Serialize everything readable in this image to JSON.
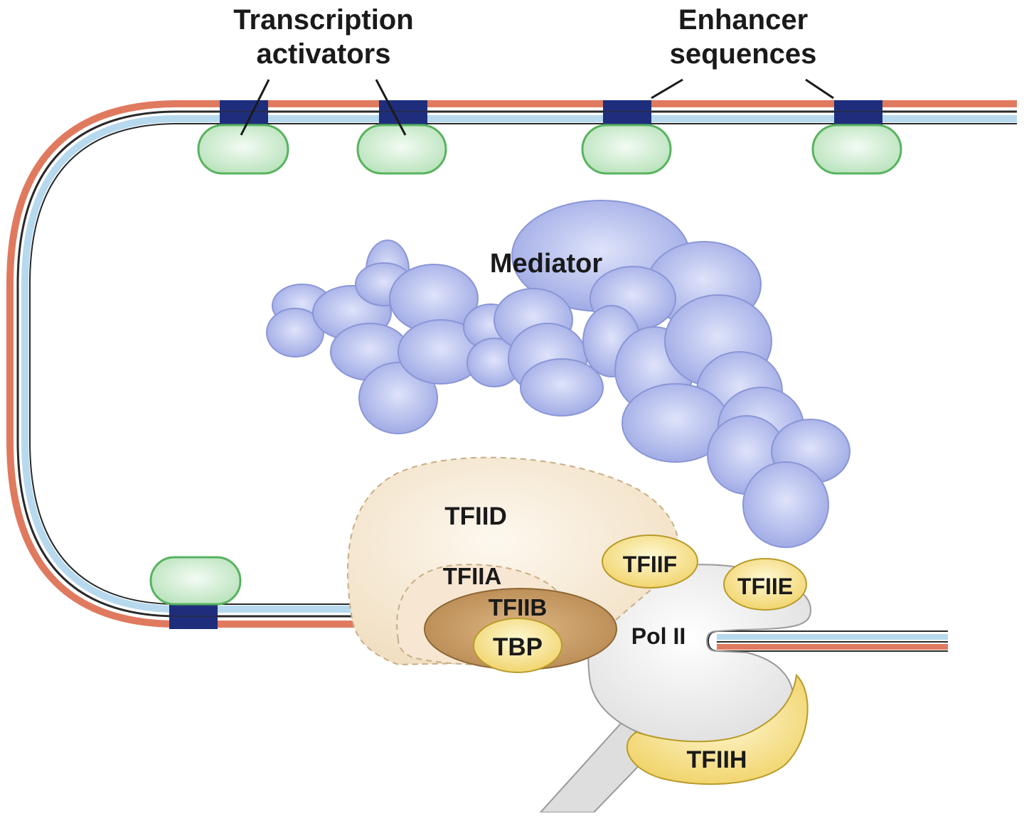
{
  "labels": {
    "transcription_activators": [
      "Transcription",
      "activators"
    ],
    "enhancer_sequences": [
      "Enhancer",
      "sequences"
    ],
    "mediator": "Mediator",
    "tfiid": "TFIID",
    "tfiia": "TFIIA",
    "tfiib": "TFIIB",
    "tbp": "TBP",
    "tfiif": "TFIIF",
    "tfiie": "TFIIE",
    "pol2": "Pol II",
    "tfiih": "TFIIH"
  },
  "colors": {
    "dna_strand_outer": "#e07a5f",
    "dna_strand_inner": "#b7d9ee",
    "enhancer_site": "#1e2e7c",
    "activator_fill": "#cdeccd",
    "activator_stroke": "#58b35f",
    "mediator_fill": "#aab4ea",
    "mediator_stroke": "#8a96d6",
    "tfiid_fill": "#f8ead6",
    "tfiib_fill": "#c69a62",
    "yellow_factor_fill": "#f6e08a",
    "yellow_factor_stroke": "#b89b2a",
    "pol2_fill": "#e6e6e6",
    "pol2_stroke": "#9a9a9a"
  }
}
